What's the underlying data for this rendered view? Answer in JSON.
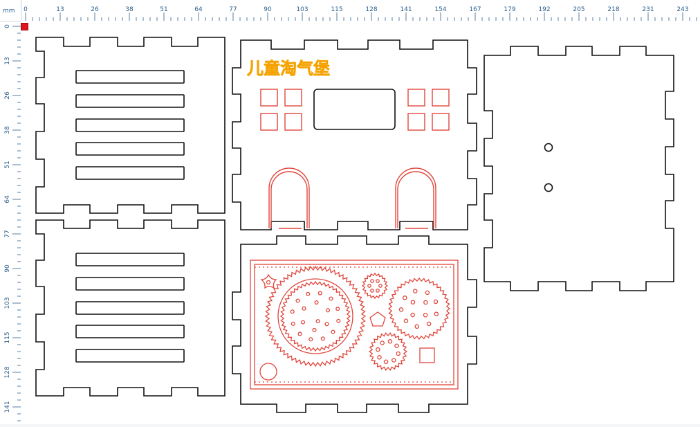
{
  "ruler": {
    "unit": "mm",
    "top_labels": [
      "0",
      "13",
      "26",
      "38",
      "51",
      "64",
      "77",
      "90",
      "103",
      "115",
      "128",
      "141",
      "154",
      "167",
      "179",
      "192",
      "205",
      "218",
      "231",
      "243"
    ],
    "left_labels": [
      "0",
      "13",
      "26",
      "38",
      "51",
      "64",
      "77",
      "90",
      "103",
      "115",
      "128",
      "141"
    ]
  },
  "engraving_text": "儿童淘气堡",
  "colors": {
    "cut_line": "#111111",
    "engrave_line": "#e0463c",
    "text_fill": "#f5a300",
    "ruler_text": "#2a5d8c",
    "origin_marker": "#e0141e"
  }
}
